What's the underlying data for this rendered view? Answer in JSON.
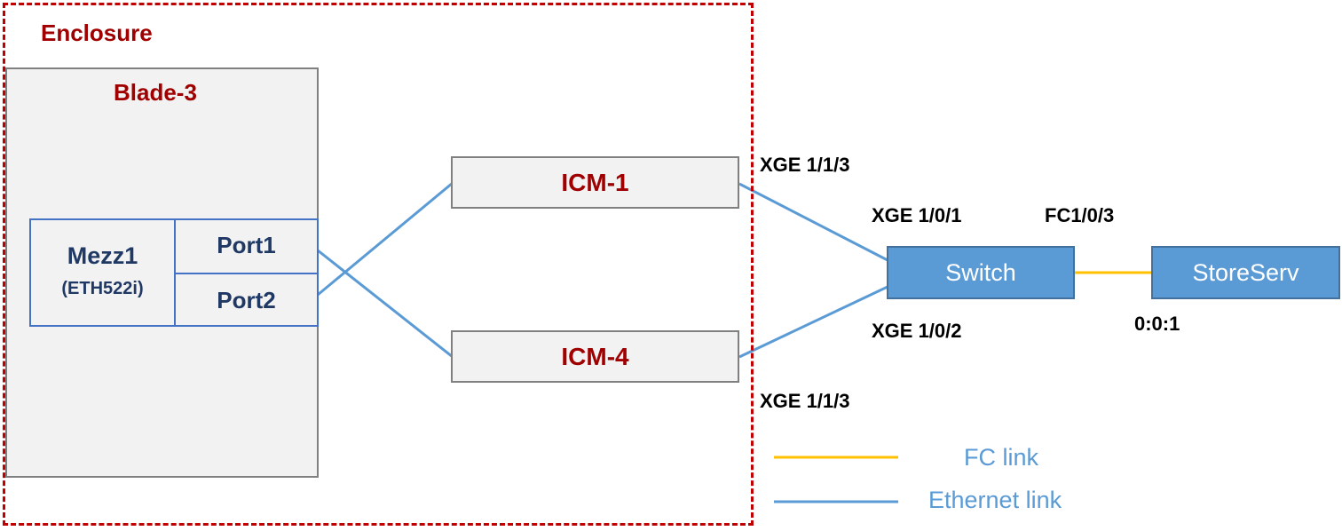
{
  "enclosure": {
    "label": "Enclosure"
  },
  "blade": {
    "label": "Blade-3"
  },
  "mezz": {
    "name": "Mezz1",
    "model": "(ETH522i)",
    "port1": "Port1",
    "port2": "Port2"
  },
  "icm1": {
    "label": "ICM-1"
  },
  "icm4": {
    "label": "ICM-4"
  },
  "switch": {
    "label": "Switch"
  },
  "storage": {
    "label": "StoreServ"
  },
  "ports": {
    "icm1_port": "XGE 1/1/3",
    "icm4_port": "XGE 1/1/3",
    "switch_port1": "XGE 1/0/1",
    "switch_port2": "XGE 1/0/2",
    "switch_fc_port": "FC1/0/3",
    "storage_port": "0:0:1"
  },
  "legend": {
    "fc": "FC link",
    "ethernet": "Ethernet link"
  },
  "colors": {
    "enclosure": "#c00000",
    "ethernet": "#5b9bd5",
    "fc": "#ffc000",
    "device_fill": "#5b9bd5",
    "box_fill": "#f2f2f2"
  }
}
